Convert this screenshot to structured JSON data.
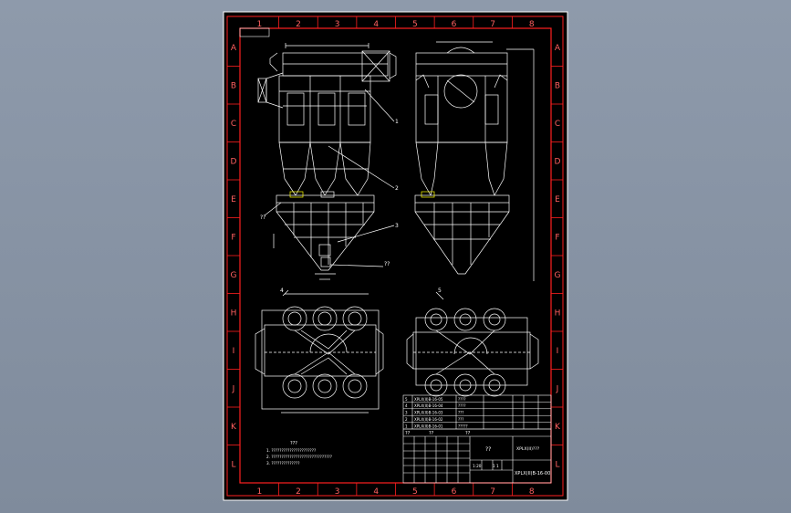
{
  "colors": {
    "background": "#8e9aab",
    "sheet": "#000000",
    "frame": "#ff2020",
    "grid_text": "#ff6060",
    "lines": "#ffffff",
    "accent": "#ffff00",
    "sheet_edge": "#ffffff"
  },
  "border": {
    "columns": [
      "1",
      "2",
      "3",
      "4",
      "5",
      "6",
      "7",
      "8"
    ],
    "rows": [
      "A",
      "B",
      "C",
      "D",
      "E",
      "F",
      "G",
      "H",
      "I",
      "J",
      "K",
      "L"
    ]
  },
  "callouts": {
    "front_1": "1",
    "front_2": "2",
    "front_3": "3",
    "front_left": "??",
    "front_bottom": "??",
    "plan_left": "4",
    "plan_right": "5"
  },
  "notes": {
    "title": "???",
    "line1": "1. ??????????????????????",
    "line2": "2. ??????????????????????????????",
    "line3": "3. ??????????????"
  },
  "title_block": {
    "parts": [
      {
        "no": "5",
        "code": "XPLX(II)B-16-05",
        "name": "????"
      },
      {
        "no": "4",
        "code": "XPLX(II)B-16-04",
        "name": "????"
      },
      {
        "no": "3",
        "code": "XPLX(II)B-16-03",
        "name": "???"
      },
      {
        "no": "2",
        "code": "XPLX(II)B-16-02",
        "name": "???"
      },
      {
        "no": "1",
        "code": "XPLX(II)B-16-01",
        "name": "?????"
      }
    ],
    "drawing_name": "??",
    "product_name": "XPLX(II)???",
    "drawing_number": "XPLX(II)B-16-00",
    "scale": "1:20",
    "sheet": "1 1",
    "header_no": "??",
    "header_code": "??",
    "header_name": "??"
  }
}
